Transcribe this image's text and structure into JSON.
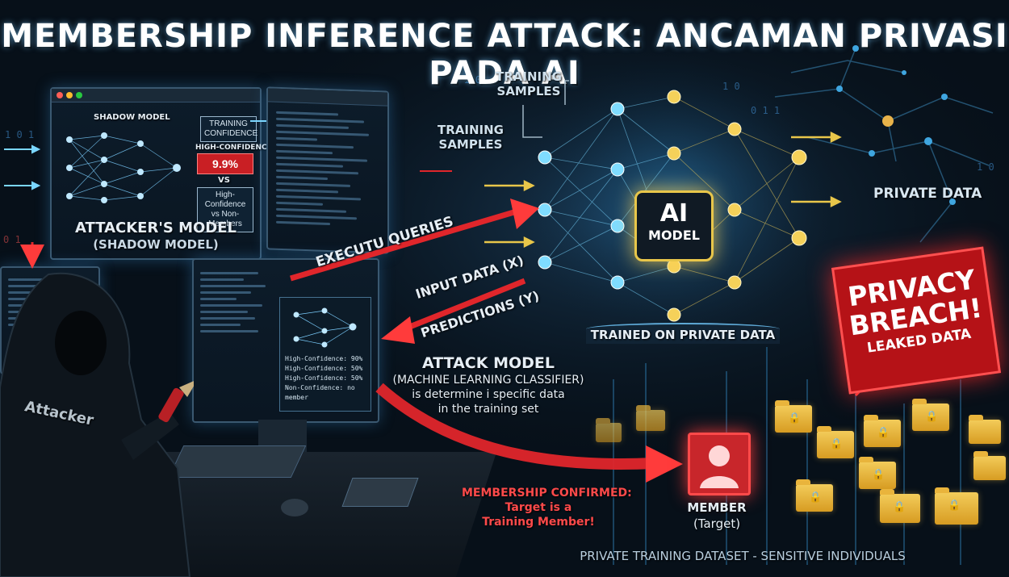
{
  "title": "MEMBERSHIP INFERENCE ATTACK: ANCAMAN PRIVASI PADA AI",
  "shadow_window": {
    "header": "SHADOW MODEL",
    "training_confidence": "TRAINING CONFIDENCE",
    "high_confidence": "HIGH-CONFIDENCE",
    "value": "9.9%",
    "vs": "VS",
    "non_members": "High-Confidence vs Non-Members"
  },
  "attacker_model_label": "ATTACKER'S MODEL",
  "attacker_model_sub": "(SHADOW MODEL)",
  "attacker_label": "Attacker",
  "monitor_lines": [
    "High-Confidence: 90%",
    "High-Confidence: 50%",
    "High-Confidence: 50%",
    "Non-Confidence: no member"
  ],
  "training_samples_1": "TRAINING SAMPLES",
  "training_samples_2": "TRAINING SAMPLES",
  "execute_queries": "EXECUTU QUERIES",
  "input_data": "INPUT DATA (X)",
  "predictions": "PREDICTIONS (Y)",
  "ai_model": {
    "line1": "AI",
    "line2": "MODEL"
  },
  "trained_on": "TRAINED ON PRIVATE DATA",
  "private_data": "PRIVATE DATA",
  "breach": {
    "line1": "PRIVACY",
    "line2": "BREACH!",
    "line3": "LEAKED DATA"
  },
  "attack_model": {
    "title": "ATTACK MODEL",
    "sub": "(MACHINE LEARNING CLASSIFIER)",
    "line3": "is determine i specific data",
    "line4": "in the training set"
  },
  "membership": {
    "line1": "MEMBERSHIP CONFIRMED:",
    "line2": "Target is a",
    "line3": "Training Member!"
  },
  "member": {
    "label": "MEMBER",
    "sub": "(Target)"
  },
  "dataset_caption": "PRIVATE TRAINING DATASET - SENSITIVE INDIVIDUALS",
  "colors": {
    "background": "#071019",
    "accent_red": "#e0262b",
    "accent_blue": "#3fb6ff",
    "accent_gold": "#e8c64a"
  },
  "icons": [
    "hooded-attacker-icon",
    "neural-network-icon",
    "lock-icon",
    "folder-icon",
    "user-silhouette-icon"
  ]
}
